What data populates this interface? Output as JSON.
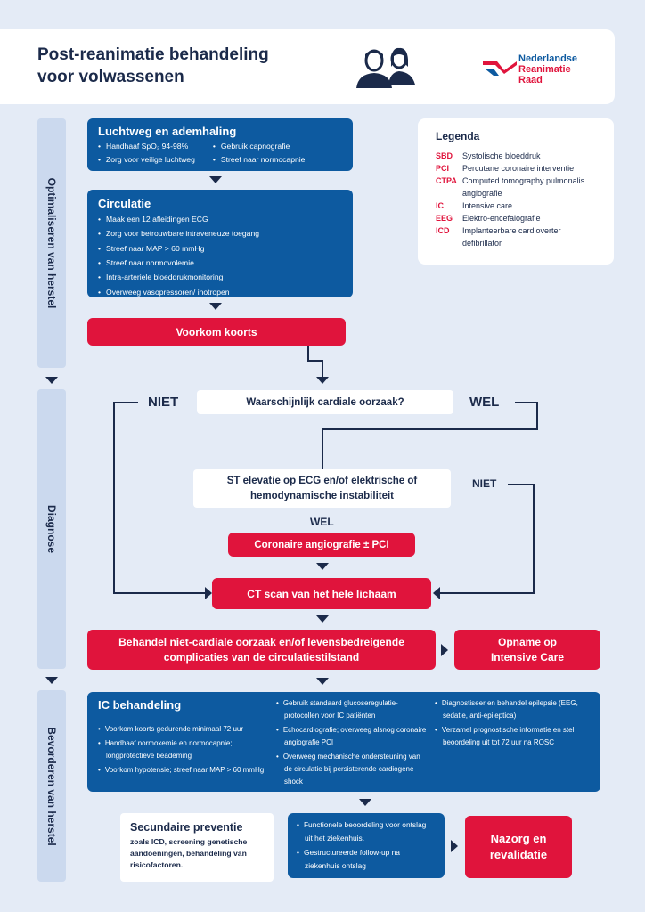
{
  "header": {
    "title_line1": "Post-reanimatie behandeling",
    "title_line2": "voor volwassenen",
    "logo_line1": "Nederlandse",
    "logo_line2": "Reanimatie",
    "logo_line3": "Raad"
  },
  "side_labels": {
    "optimaliseren": "Optimaliseren van herstel",
    "diagnose": "Diagnose",
    "bevorderen": "Bevorderen van herstel"
  },
  "luchtweg": {
    "title": "Luchtweg en ademhaling",
    "col1": [
      "Handhaaf SpO₂ 94-98%",
      "Zorg voor veilige luchtweg"
    ],
    "col2": [
      "Gebruik capnografie",
      "Streef naar normocapnie"
    ]
  },
  "circulatie": {
    "title": "Circulatie",
    "items": [
      "Maak een 12 afleidingen ECG",
      "Zorg voor betrouwbare intraveneuze toegang",
      "Streef naar MAP > 60 mmHg",
      "Streef naar normovolemie",
      "Intra-arteriele bloeddrukmonitoring",
      "Overweeg vasopressoren/ inotropen"
    ]
  },
  "koorts": "Voorkom koorts",
  "legend": {
    "title": "Legenda",
    "items": [
      {
        "abbr": "SBD",
        "text": "Systolische bloeddruk"
      },
      {
        "abbr": "PCI",
        "text": "Percutane coronaire interventie"
      },
      {
        "abbr": "CTPA",
        "text": "Computed tomography pulmonalis angiografie"
      },
      {
        "abbr": "IC",
        "text": "Intensive care"
      },
      {
        "abbr": "EEG",
        "text": "Elektro-encefalografie"
      },
      {
        "abbr": "ICD",
        "text": "Implanteerbare cardioverter defibrillator"
      }
    ]
  },
  "diagnose": {
    "niet_left": "NIET",
    "question": "Waarschijnlijk cardiale oorzaak?",
    "wel_right": "WEL",
    "st_line1": "ST elevatie op ECG en/of elektrische of",
    "st_line2": "hemodynamische instabiliteit",
    "niet_right": "NIET",
    "wel_mid": "WEL",
    "angio": "Coronaire angiografie ± PCI",
    "ct": "CT scan van het hele lichaam",
    "behandel_line1": "Behandel niet-cardiale oorzaak en/of levensbedreigende",
    "behandel_line2": "complicaties van de circulatiestilstand",
    "opname_line1": "Opname op",
    "opname_line2": "Intensive Care"
  },
  "ic": {
    "title": "IC behandeling",
    "col1": [
      "Voorkom koorts gedurende minimaal 72 uur",
      "Handhaaf normoxemie en normocapnie; longprotectieve beademing",
      "Voorkom hypotensie; streef naar MAP > 60 mmHg"
    ],
    "col2": [
      "Gebruik standaard glucoseregulatie-protocollen voor IC patiënten",
      "Echocardiografie; overweeg alsnog coronaire angiografie PCI",
      "Overweeg mechanische ondersteuning van de circulatie bij persisterende cardiogene shock"
    ],
    "col3": [
      "Diagnostiseer en behandel epilepsie (EEG, sedatie, anti-epileptica)",
      "Verzamel prognostische informatie en stel beoordeling uit tot 72 uur na ROSC"
    ]
  },
  "secundair": {
    "title": "Secundaire preventie",
    "text": "zoals ICD, screening genetische aandoeningen, behandeling van risicofactoren."
  },
  "functioneel": [
    "Functionele beoordeling voor ontslag uit het ziekenhuis.",
    "Gestructureerde follow-up na ziekenhuis ontslag"
  ],
  "nazorg_line1": "Nazorg en",
  "nazorg_line2": "revalidatie",
  "colors": {
    "navy": "#1b2a4a",
    "blue": "#0d5aa0",
    "red": "#e0143c",
    "background": "#e4ebf6"
  }
}
